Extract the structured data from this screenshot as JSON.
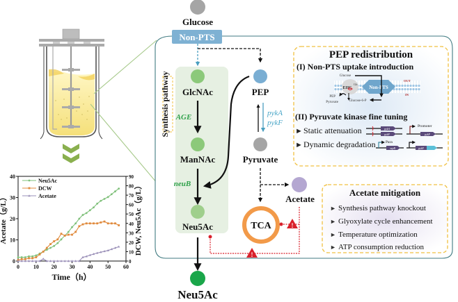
{
  "nodes": {
    "glucose": "Glucose",
    "non_pts": "Non-PTS",
    "glcnac": "GlcNAc",
    "mannac": "ManNAc",
    "neu5ac_inner": "Neu5Ac",
    "neu5ac_out": "Neu5Ac",
    "pep": "PEP",
    "pyruvate": "Pyruvate",
    "acetate": "Acetate",
    "tca": "TCA"
  },
  "enzymes": {
    "age": "AGE",
    "neub": "neuB",
    "pyka": "pykA",
    "pykf": "pykF"
  },
  "synthesis_label": "Synthesis pathway",
  "pep_box": {
    "title": "PEP redistribution",
    "section1": "(I) Non-PTS uptake introduction",
    "membrane": {
      "glucose": "Glucose",
      "eiic": "EIIC",
      "eiic_sup": "Glc",
      "non_pts": "Non-PTS",
      "pep": "PEP",
      "pyruvate": "Pyruvate",
      "g6p": "Glucose-6-P",
      "out": "OUT",
      "in": "IN"
    },
    "section2": "(II) Pyruvate kinase fine tuning",
    "static": "Static attenuation",
    "dynamic": "Dynamic degradation",
    "genes": {
      "pyka": "pykA",
      "pykf": "pykF",
      "promoter": "Promoter",
      "para": "Para",
      "sspb": "sspB"
    }
  },
  "acetate_box": {
    "title": "Acetate mitigation",
    "items": [
      "Synthesis pathway knockout",
      "Glyoxylate cycle enhancement",
      "Temperature optimization",
      "ATP consumption reduction"
    ]
  },
  "colors": {
    "green_node": "#8cc97a",
    "dark_green_node": "#1aa64a",
    "gray_node": "#a5a5a5",
    "blue_node": "#7aaed3",
    "purple_node": "#b4a7d1",
    "tca_orange": "#f29a49",
    "non_pts_box": "#7eb1d3",
    "cell_border": "#3f7a80",
    "dashed_gold": "#f0c040",
    "warning_red": "#d9202a",
    "enzyme_green": "#2fa14a",
    "enzyme_blue": "#4aa6c7"
  },
  "chart_data": {
    "type": "line",
    "title": "",
    "xlabel": "Time（h）",
    "ylabel_left": "Acetate（g/L）",
    "ylabel_right": "DCW, Neu5Ac（g/L）",
    "xlim": [
      0,
      60
    ],
    "ylim_left": [
      0,
      40
    ],
    "ylim_right": [
      0,
      90
    ],
    "xticks": [
      0,
      10,
      20,
      30,
      40,
      50,
      60
    ],
    "yticks_left": [
      0,
      10,
      20,
      30,
      40
    ],
    "yticks_right": [
      0,
      10,
      20,
      30,
      40,
      50,
      60,
      70,
      80,
      90
    ],
    "legend": "top-left",
    "series": [
      {
        "name": "Neu5Ac",
        "axis": "right",
        "color": "#7fc07a",
        "marker": "circle",
        "x": [
          0,
          2,
          4,
          6,
          8,
          10,
          12,
          14,
          16,
          18,
          20,
          22,
          24,
          26,
          28,
          30,
          32,
          34,
          36,
          38,
          40,
          42,
          44,
          46,
          48,
          50,
          52,
          54,
          56
        ],
        "y": [
          4,
          4,
          4,
          5,
          5,
          6,
          8,
          10,
          12,
          14,
          16,
          19,
          23,
          27,
          31,
          36,
          40,
          45,
          49,
          51,
          54,
          57,
          61,
          64,
          66,
          68,
          71,
          74,
          77
        ]
      },
      {
        "name": "DCW",
        "axis": "right",
        "color": "#e08a3c",
        "marker": "square",
        "x": [
          0,
          2,
          4,
          6,
          8,
          10,
          12,
          14,
          16,
          18,
          20,
          22,
          24,
          26,
          28,
          30,
          32,
          34,
          36,
          38,
          40,
          42,
          44,
          46,
          48,
          50,
          52,
          54,
          56
        ],
        "y": [
          1,
          2,
          2,
          3,
          3,
          4,
          7,
          10,
          14,
          18,
          21,
          23,
          29,
          27,
          28,
          28,
          31,
          37,
          39,
          40,
          40,
          40,
          40,
          41,
          42,
          40,
          40,
          40,
          38
        ]
      },
      {
        "name": "Acetate",
        "axis": "left",
        "color": "#9a8fb8",
        "marker": "triangle",
        "x": [
          0,
          2,
          4,
          6,
          8,
          10,
          12,
          14,
          16,
          18,
          20,
          22,
          24,
          26,
          28,
          30,
          32,
          34,
          36,
          38,
          40,
          42,
          44,
          46,
          48,
          50,
          52,
          54,
          56
        ],
        "y": [
          0,
          0,
          0,
          0,
          0,
          0,
          0,
          1,
          0,
          0,
          0,
          0,
          0,
          0,
          0,
          0,
          0,
          0,
          1.8,
          2.2,
          2.8,
          3.3,
          3.8,
          4.2,
          4.6,
          5.0,
          5.6,
          6.2,
          6.8
        ]
      }
    ]
  }
}
